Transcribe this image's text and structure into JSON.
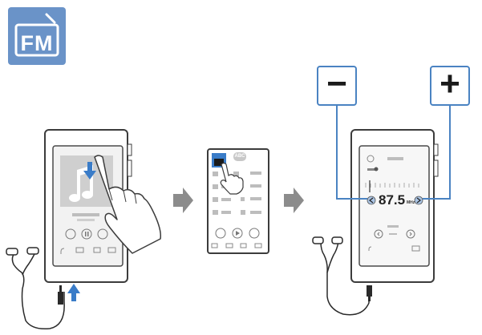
{
  "badge": {
    "label": "FM",
    "color": "#6a93c8"
  },
  "callouts": {
    "minus": "−",
    "plus": "+"
  },
  "radio": {
    "frequency": "87.5",
    "unit": "MHz"
  },
  "menu": {
    "abc_label": "ABC"
  },
  "colors": {
    "accent_blue": "#4a83c2",
    "arrow_gray": "#8c8c8c",
    "device_outline": "#3c3c3c"
  },
  "icons": [
    "radio-icon",
    "hand-pointer-icon",
    "headphones-icon",
    "arrow-right-icon",
    "arrow-down-icon",
    "arrow-up-icon",
    "chevron-left-icon",
    "chevron-right-icon",
    "music-note-icon"
  ]
}
